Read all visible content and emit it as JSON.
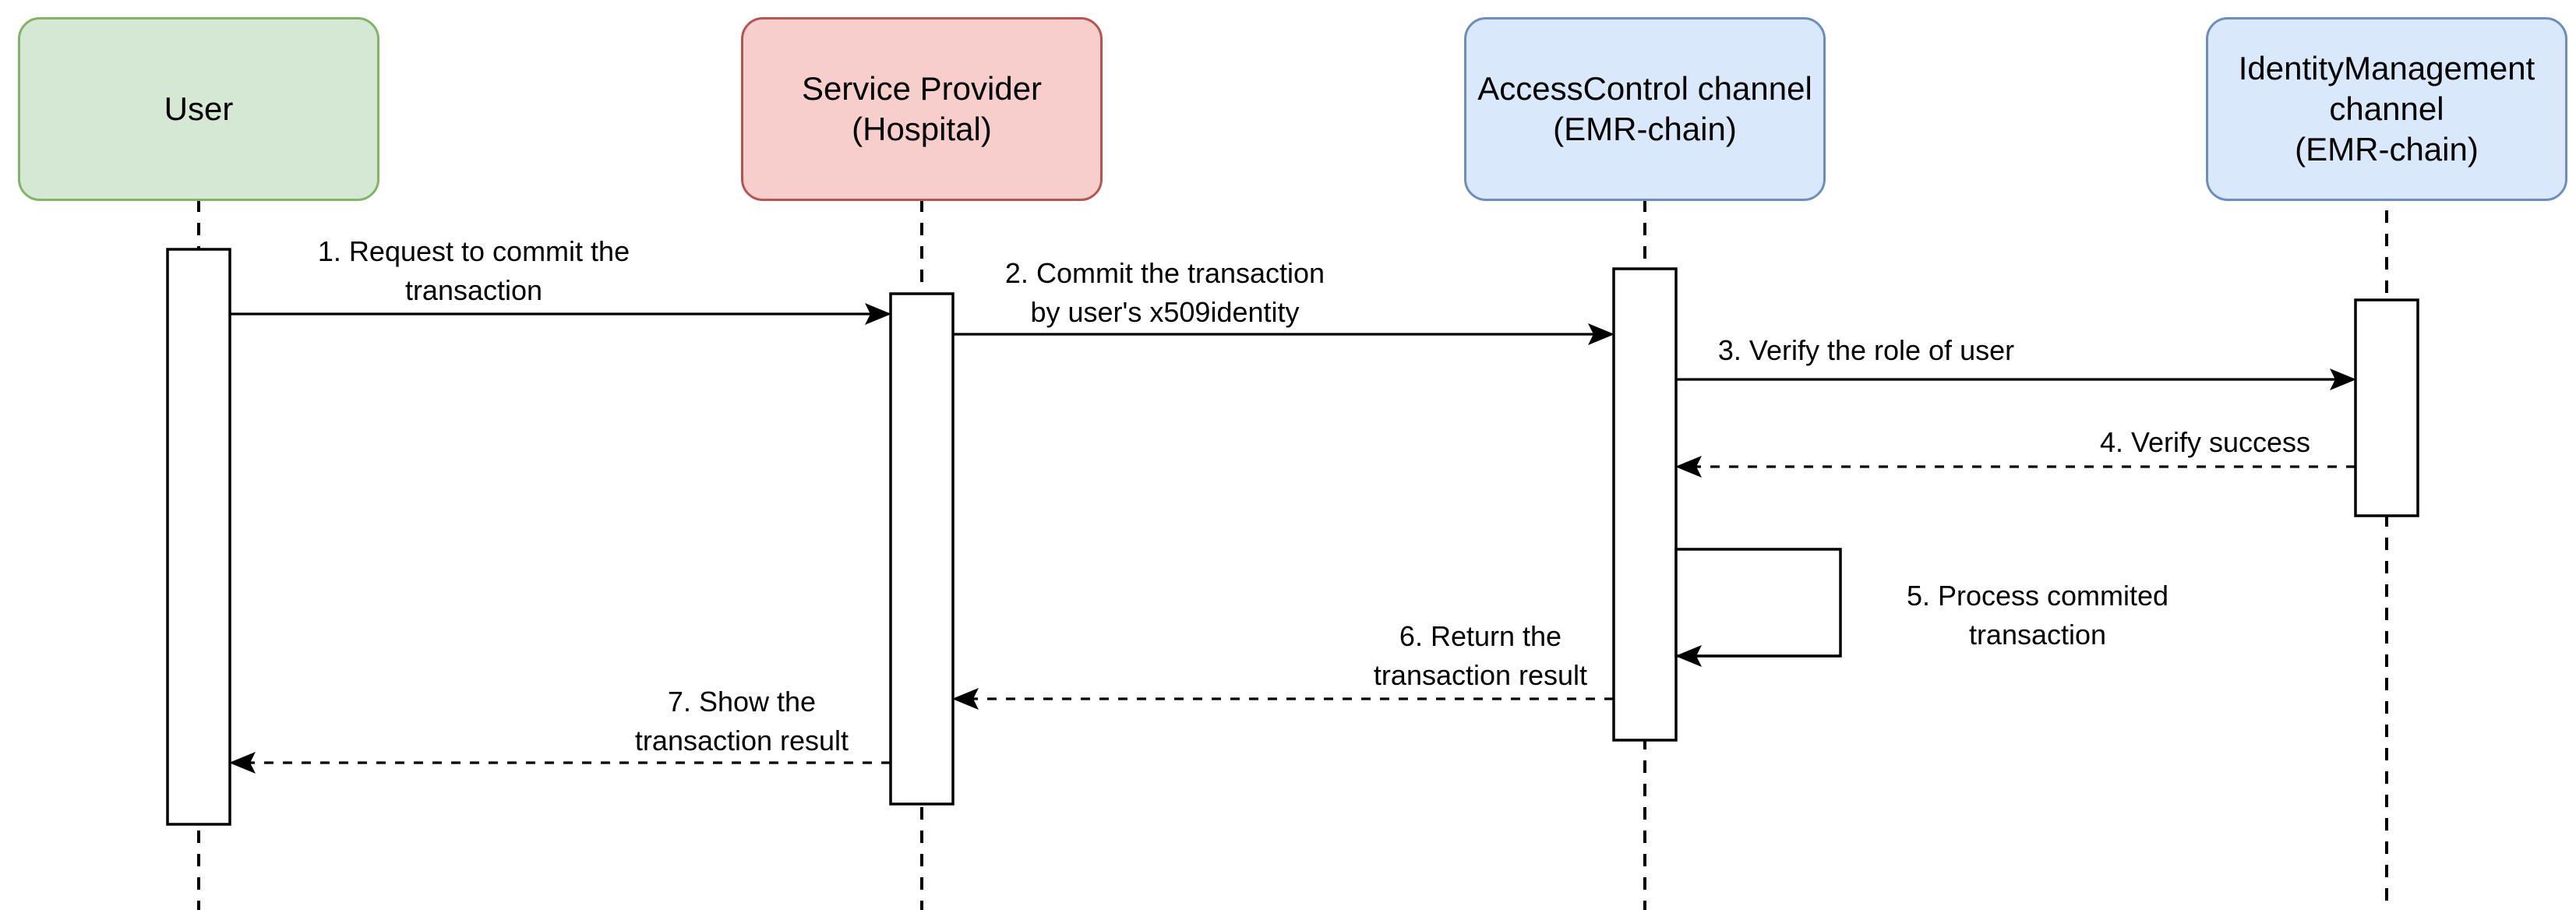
{
  "diagram": {
    "type": "uml-sequence-diagram",
    "background": "#ffffff",
    "line_color": "#000000",
    "activation_fill": "#ffffff",
    "participants": [
      {
        "id": "user",
        "label": "User",
        "fill": "#d5e8d4",
        "border": "#82b366"
      },
      {
        "id": "service-provider",
        "label": "Service Provider\n(Hospital)",
        "fill": "#f8cecc",
        "border": "#b85450"
      },
      {
        "id": "access-control",
        "label": "AccessControl channel\n(EMR-chain)",
        "fill": "#dae8fc",
        "border": "#6c8ebf"
      },
      {
        "id": "identity-management",
        "label": "IdentityManagement\nchannel\n(EMR-chain)",
        "fill": "#dae8fc",
        "border": "#6c8ebf"
      }
    ],
    "messages": [
      {
        "num": 1,
        "label": "1. Request to commit the\ntransaction",
        "from": "user",
        "to": "service-provider",
        "style": "solid"
      },
      {
        "num": 2,
        "label": "2. Commit the transaction\nby user's x509identity",
        "from": "service-provider",
        "to": "access-control",
        "style": "solid"
      },
      {
        "num": 3,
        "label": "3. Verify the role of user",
        "from": "access-control",
        "to": "identity-management",
        "style": "solid"
      },
      {
        "num": 4,
        "label": "4. Verify success",
        "from": "identity-management",
        "to": "access-control",
        "style": "dashed"
      },
      {
        "num": 5,
        "label": "5. Process commited\ntransaction",
        "from": "access-control",
        "to": "access-control",
        "style": "self-loop"
      },
      {
        "num": 6,
        "label": "6. Return the\ntransaction result",
        "from": "access-control",
        "to": "service-provider",
        "style": "dashed"
      },
      {
        "num": 7,
        "label": "7. Show the\ntransaction result",
        "from": "service-provider",
        "to": "user",
        "style": "dashed"
      }
    ]
  }
}
